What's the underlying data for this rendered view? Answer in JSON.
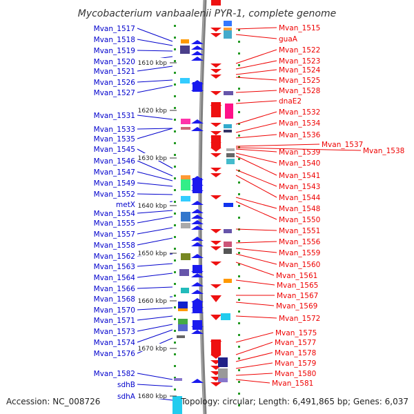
{
  "title": "Mycobacterium vanbaalenii PYR-1, complete genome",
  "footer": {
    "accession": "Accession: NC_008726",
    "topology": "Topology: circular; Length: 6,491,865 bp; Genes: 6,037"
  },
  "scale_labels": [
    "1610 kbp",
    "1620 kbp",
    "1630 kbp",
    "1640 kbp",
    "1650 kbp",
    "1660 kbp",
    "1670 kbp",
    "1680 kbp"
  ],
  "left_genes": [
    "Mvan_1517",
    "Mvan_1518",
    "Mvan_1519",
    "Mvan_1520",
    "Mvan_1521",
    "Mvan_1526",
    "Mvan_1527",
    "Mvan_1531",
    "Mvan_1533",
    "Mvan_1535",
    "Mvan_1545",
    "Mvan_1546",
    "Mvan_1547",
    "Mvan_1549",
    "Mvan_1552",
    "metX",
    "Mvan_1554",
    "Mvan_1555",
    "Mvan_1557",
    "Mvan_1558",
    "Mvan_1562",
    "Mvan_1563",
    "Mvan_1564",
    "Mvan_1566",
    "Mvan_1568",
    "Mvan_1570",
    "Mvan_1571",
    "Mvan_1573",
    "Mvan_1574",
    "Mvan_1576",
    "Mvan_1582",
    "sdhB",
    "sdhA"
  ],
  "right_genes": [
    "Mvan_1515",
    "guaA",
    "Mvan_1522",
    "Mvan_1523",
    "Mvan_1524",
    "Mvan_1525",
    "Mvan_1528",
    "dnaE2",
    "Mvan_1532",
    "Mvan_1534",
    "Mvan_1536",
    "Mvan_1537",
    "Mvan_1538",
    "Mvan_1539",
    "Mvan_1540",
    "Mvan_1541",
    "Mvan_1543",
    "Mvan_1544",
    "Mvan_1548",
    "Mvan_1550",
    "Mvan_1551",
    "Mvan_1556",
    "Mvan_1559",
    "Mvan_1560",
    "Mvan_1561",
    "Mvan_1565",
    "Mvan_1567",
    "Mvan_1569",
    "Mvan_1572",
    "Mvan_1575",
    "Mvan_1577",
    "Mvan_1578",
    "Mvan_1579",
    "Mvan_1580",
    "Mvan_1581"
  ],
  "colors": {
    "left_label": "#0000cc",
    "right_label": "#ee0000",
    "forward_strand": "#1a1aee",
    "reverse_strand": "#ee1111",
    "backbone": "#808080",
    "tick": "#229922"
  }
}
